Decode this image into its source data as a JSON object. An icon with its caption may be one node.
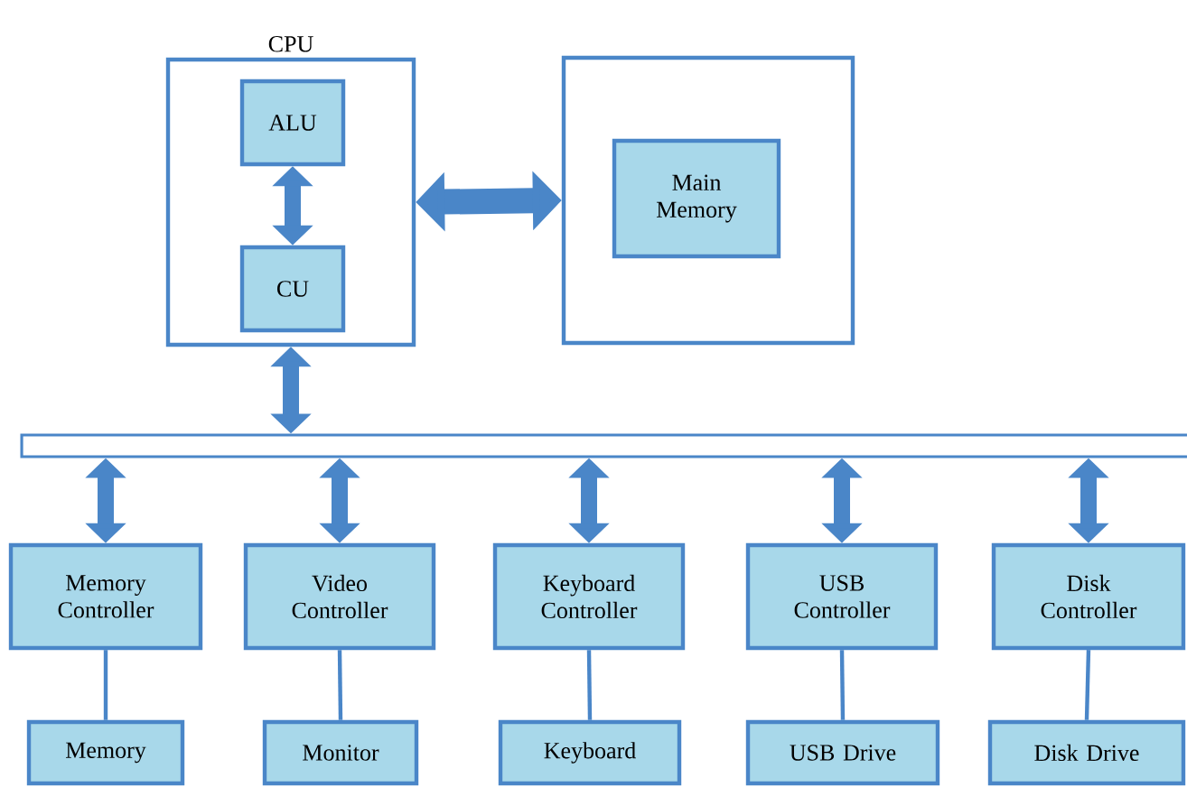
{
  "diagram": {
    "nodes": [
      {
        "text": [
          "CPU"
        ]
      },
      {
        "text": [
          "ALU"
        ],
        "in": 0
      },
      {
        "text": [
          "CU"
        ],
        "in": 0
      },
      {
        "text": [],
        "shape": "box"
      },
      {
        "text": [
          "Main Memory"
        ],
        "in": 3
      },
      {
        "text": [],
        "shape": "bar"
      },
      {
        "text": [
          "Memory Controller"
        ]
      },
      {
        "text": [
          "Video Controller"
        ]
      },
      {
        "text": [
          "Keyboard Controller"
        ]
      },
      {
        "text": [
          "USB Controller"
        ]
      },
      {
        "text": [
          "Disk Controller"
        ]
      },
      {
        "text": [
          "Memory"
        ]
      },
      {
        "text": [
          "Monitor"
        ]
      },
      {
        "text": [
          "Keyboard"
        ]
      },
      {
        "text": [
          "USB Drive"
        ]
      },
      {
        "text": [
          "Disk Drive"
        ]
      }
    ],
    "edges": [
      {
        "from": 1,
        "to": 2,
        "arrow": "both"
      },
      {
        "from": 0,
        "to": 3,
        "arrow": "both"
      },
      {
        "from": 0,
        "to": 5,
        "arrow": "both"
      },
      {
        "from": 5,
        "to": 6,
        "arrow": "both"
      },
      {
        "from": 5,
        "to": 7,
        "arrow": "both"
      },
      {
        "from": 5,
        "to": 8,
        "arrow": "both"
      },
      {
        "from": 5,
        "to": 9,
        "arrow": "both"
      },
      {
        "from": 5,
        "to": 10,
        "arrow": "both"
      },
      {
        "from": 6,
        "to": 11,
        "arrow": "none"
      },
      {
        "from": 7,
        "to": 12,
        "arrow": "none"
      },
      {
        "from": 8,
        "to": 13,
        "arrow": "none"
      },
      {
        "from": 9,
        "to": 14,
        "arrow": "none"
      },
      {
        "from": 10,
        "to": 15,
        "arrow": "none"
      }
    ]
  }
}
